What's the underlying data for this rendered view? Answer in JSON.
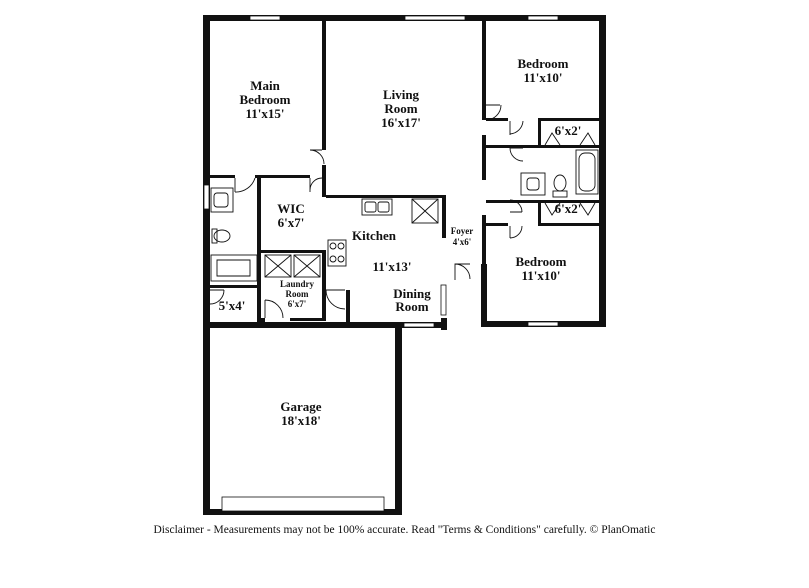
{
  "rooms": {
    "main_bedroom": {
      "name_1": "Main",
      "name_2": "Bedroom",
      "size": "11'x15'"
    },
    "living_room": {
      "name_1": "Living",
      "name_2": "Room",
      "size": "16'x17'"
    },
    "bedroom_top": {
      "name": "Bedroom",
      "size": "11'x10'"
    },
    "closet_top": {
      "size": "6'x2'"
    },
    "closet_bottom": {
      "size": "6'x2'"
    },
    "wic": {
      "name": "WIC",
      "size": "6'x7'"
    },
    "kitchen": {
      "name": "Kitchen",
      "size": "11'x13'"
    },
    "foyer": {
      "name": "Foyer",
      "size": "4'x6'"
    },
    "bedroom_bottom": {
      "name": "Bedroom",
      "size": "11'x10'"
    },
    "laundry": {
      "name_1": "Laundry",
      "name_2": "Room",
      "size": "6'x7'"
    },
    "dining": {
      "name_1": "Dining",
      "name_2": "Room"
    },
    "half_bath": {
      "size": "5'x4'"
    },
    "garage": {
      "name": "Garage",
      "size": "18'x18'"
    }
  },
  "disclaimer": "Disclaimer - Measurements may not be 100% accurate. Read \"Terms & Conditions\" carefully. © PlanOmatic"
}
